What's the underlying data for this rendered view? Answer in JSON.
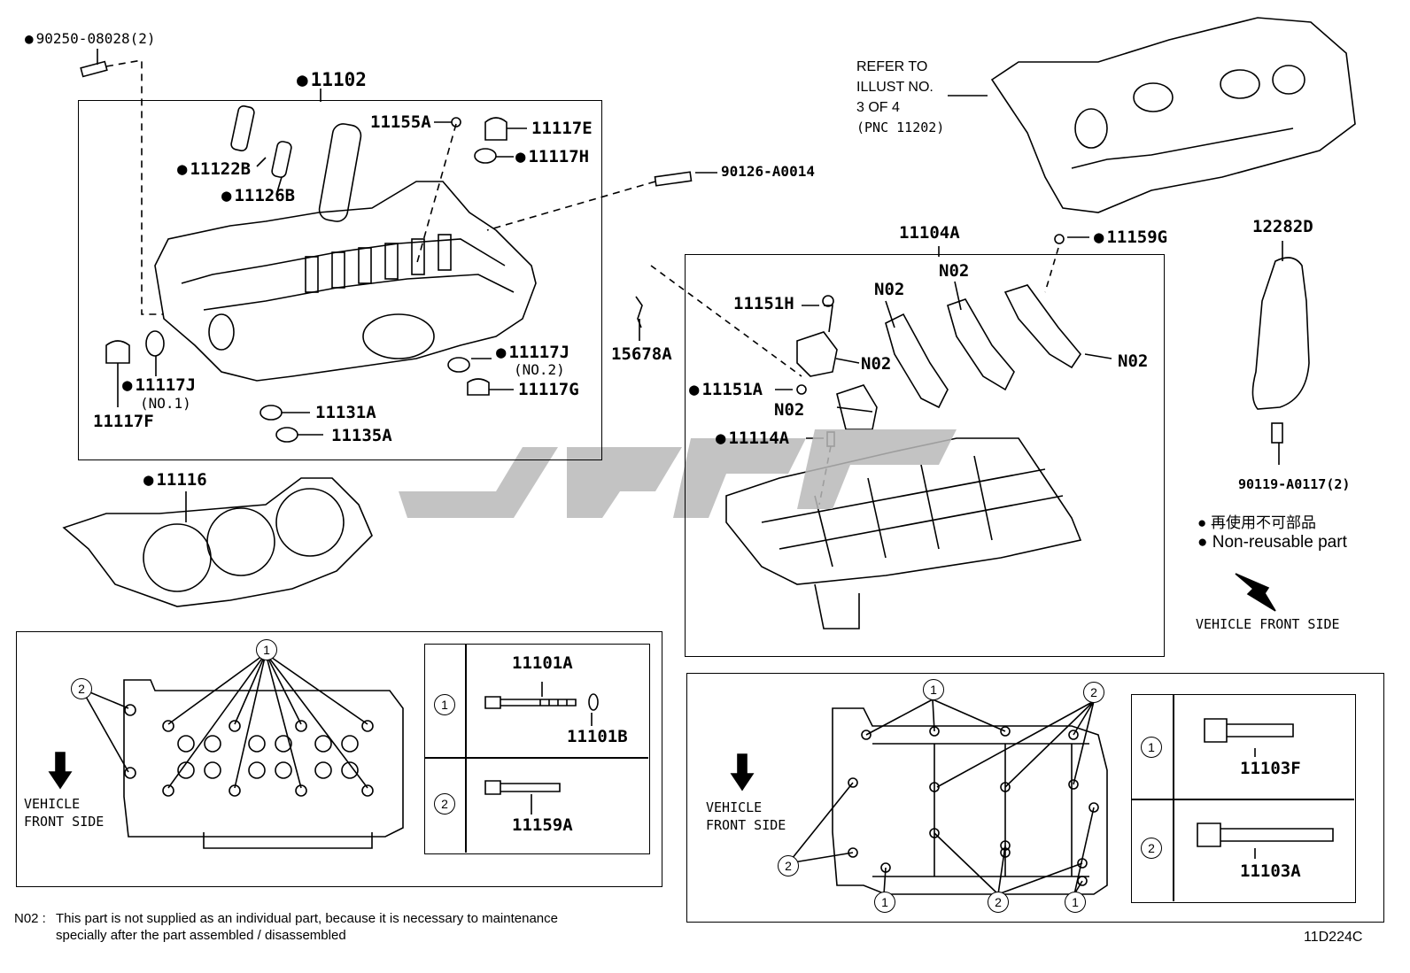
{
  "diagram_code": "11D224C",
  "refer_note": [
    "REFER TO",
    "ILLUST NO.",
    "3 OF 4",
    "(PNC 11202)"
  ],
  "parts": {
    "p90250": "90250-08028(2)",
    "p11102": "11102",
    "p11155A": "11155A",
    "p11117E": "11117E",
    "p11117H": "11117H",
    "p11122B": "11122B",
    "p11126B": "11126B",
    "p90126": "90126-A0014",
    "p11117J_1": "11117J",
    "no1": "(NO.1)",
    "p11117F": "11117F",
    "p11117J_2": "11117J",
    "no2": "(NO.2)",
    "p11117G": "11117G",
    "p11131A": "11131A",
    "p11135A": "11135A",
    "p11116": "11116",
    "p11104A": "11104A",
    "p11159G": "11159G",
    "p12282D": "12282D",
    "p11151H": "11151H",
    "p15678A": "15678A",
    "p11151A": "11151A",
    "p11114A": "11114A",
    "n02_a": "N02",
    "n02_b": "N02",
    "n02_c": "N02",
    "n02_d": "N02",
    "n02_e": "N02",
    "p90119": "90119-A0117(2)",
    "p11101A": "11101A",
    "p11101B": "11101B",
    "p11159A": "11159A",
    "p11103F": "11103F",
    "p11103A": "11103A"
  },
  "legend": {
    "jp": "再使用不可部品",
    "en": "Non-reusable part"
  },
  "vehicle_front_side": "VEHICLE FRONT SIDE",
  "vehicle": "VEHICLE",
  "front_side": "FRONT SIDE",
  "circle_1": "1",
  "circle_2": "2",
  "footnote": {
    "prefix": "N02 :",
    "line1": "This part is not supplied as an individual part, because it is necessary to maintenance",
    "line2": "specially after the part assembled / disassembled"
  }
}
